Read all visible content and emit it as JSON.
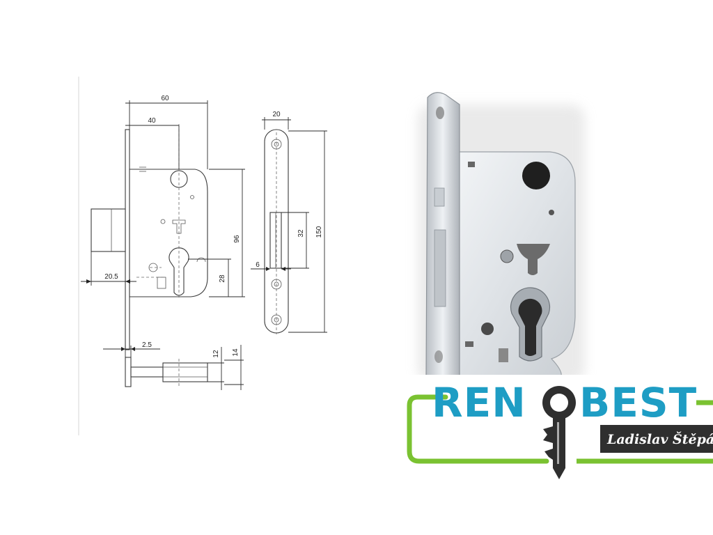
{
  "drawing": {
    "dimensions": {
      "width_total": "60",
      "backset": "40",
      "faceplate_width": "20",
      "spindle_to_cylinder": "96",
      "faceplate_height": "150",
      "slot_height": "32",
      "slot_offset": "6",
      "latch_projection": "20.5",
      "cylinder_offset": "28",
      "plate_thickness": "2.5",
      "case_depth": "12",
      "overall_depth": "14"
    }
  },
  "logo": {
    "brand_left": "REN",
    "brand_right": "BEST",
    "owner": "Ladislav Štěpán",
    "colors": {
      "blue": "#1e9dc4",
      "green": "#7ac231",
      "dark": "#2f2f2f"
    }
  }
}
